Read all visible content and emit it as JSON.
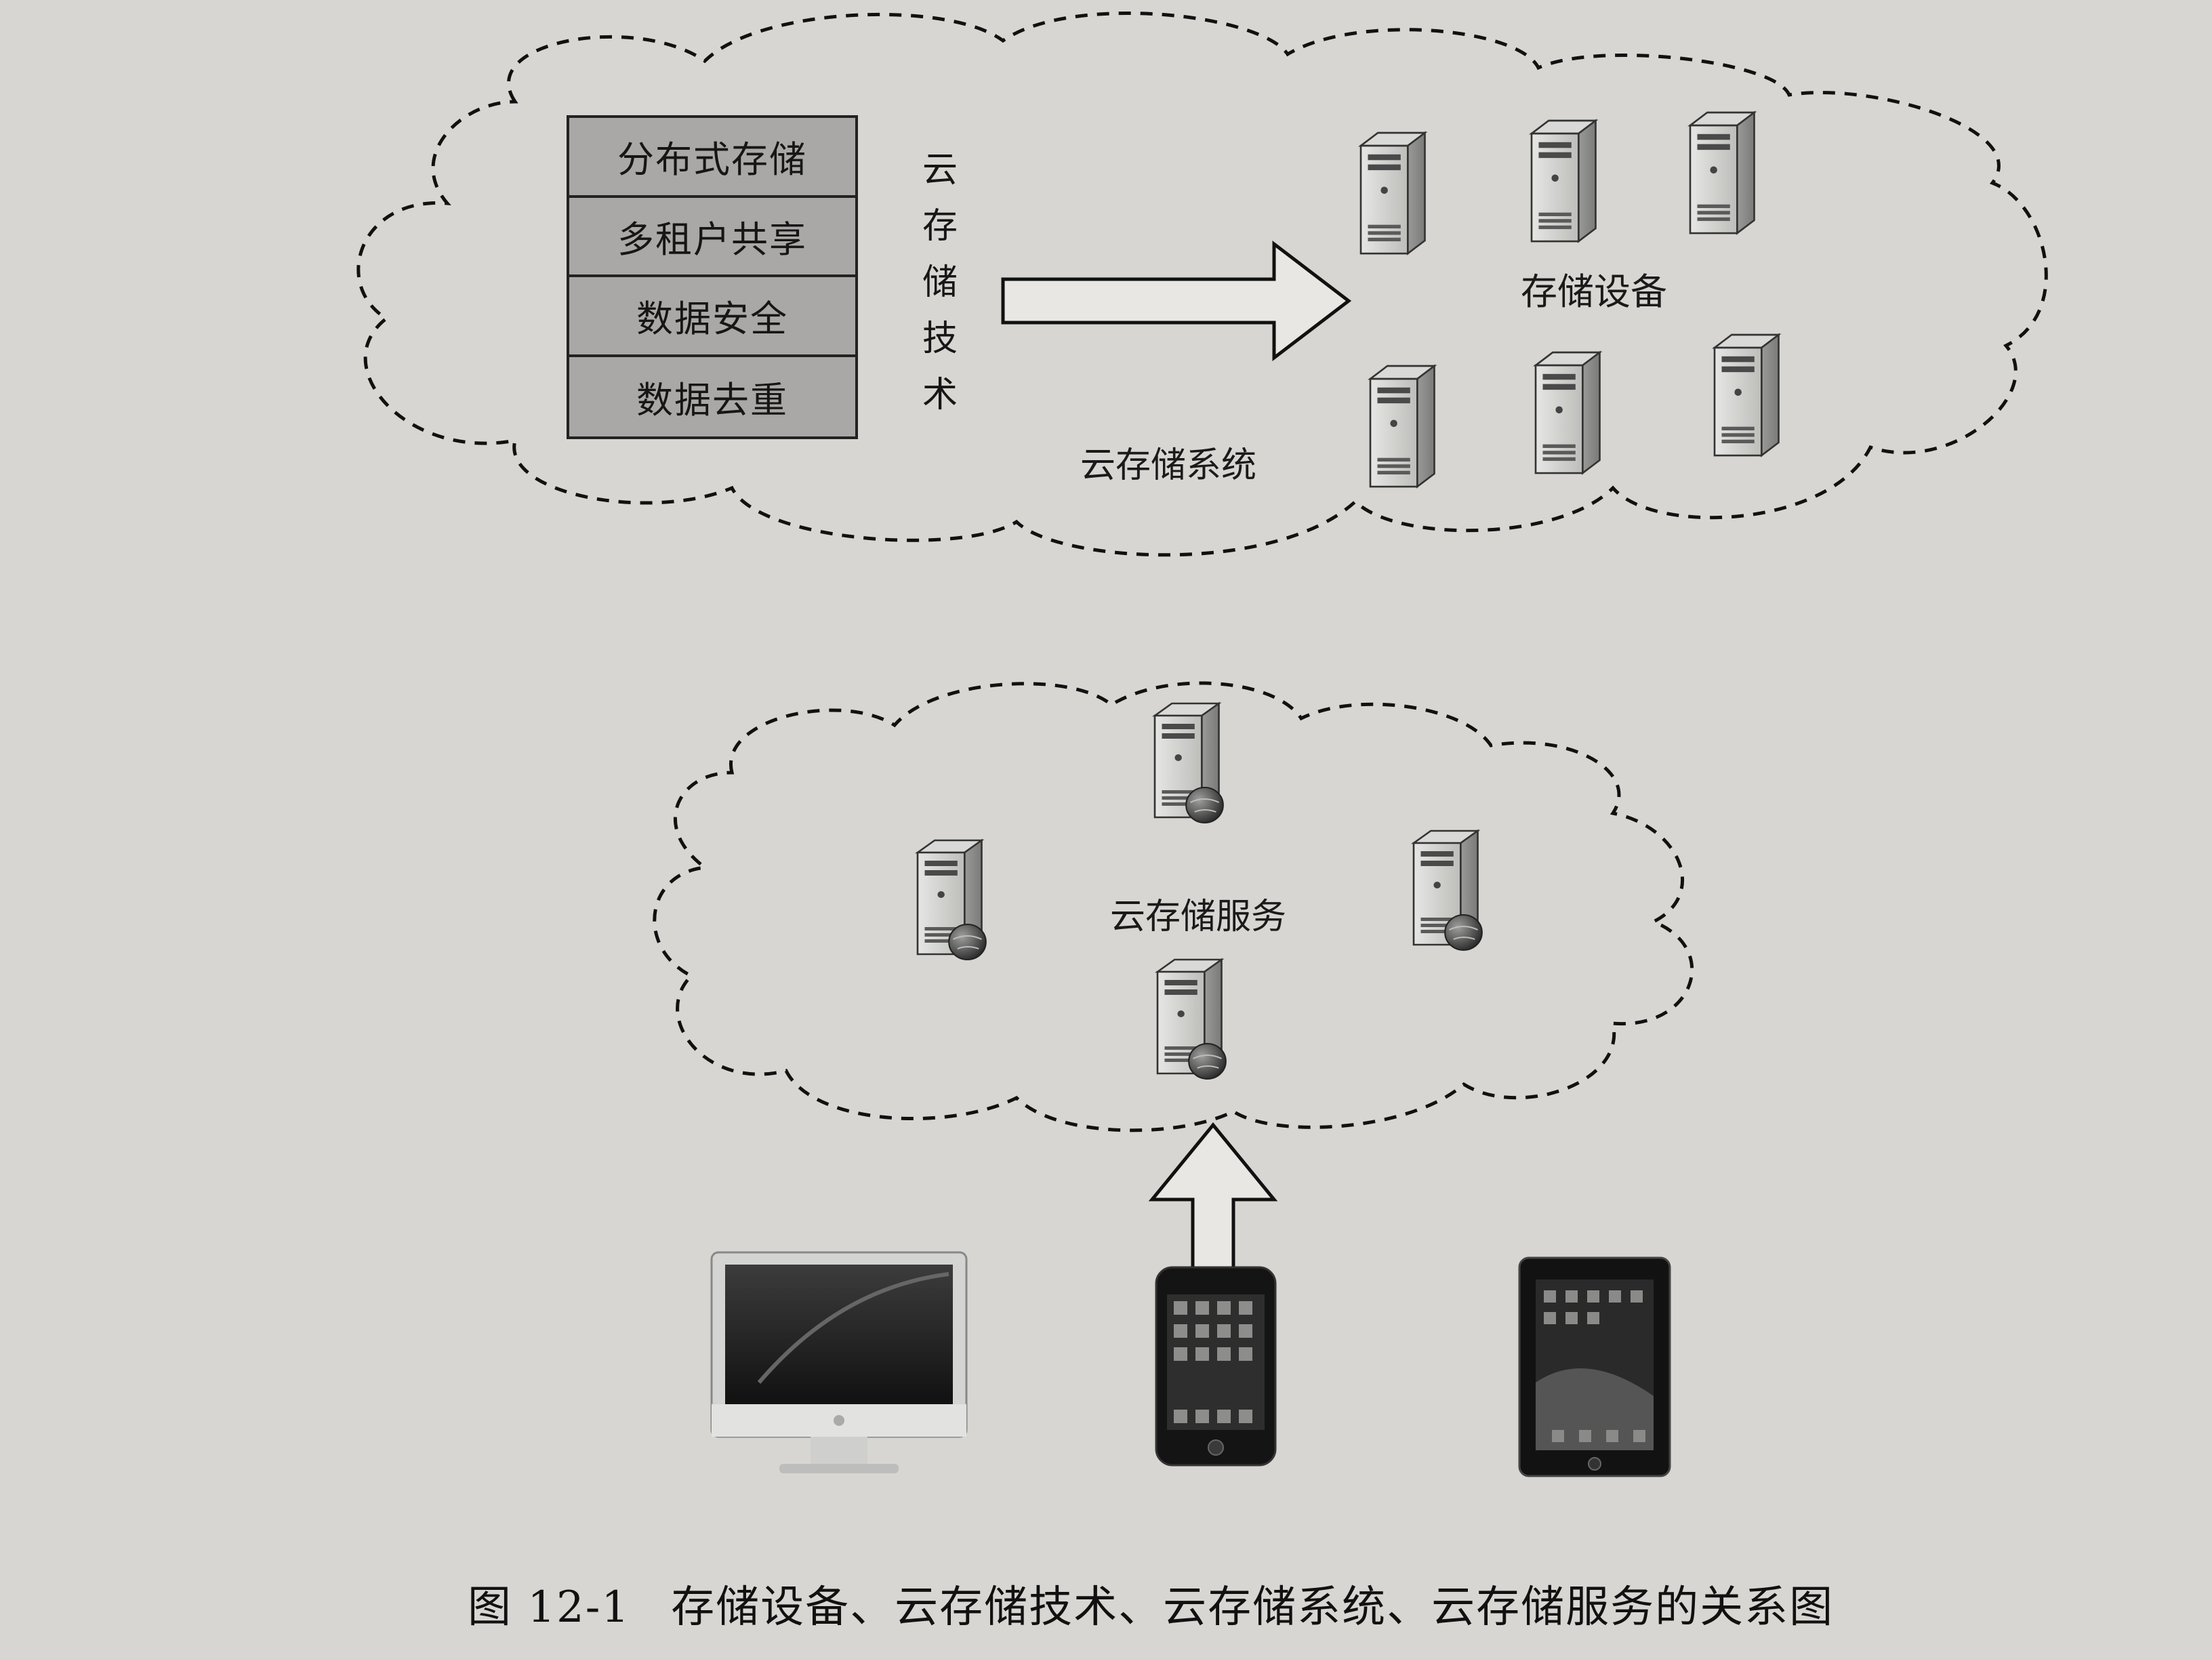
{
  "technology_stack": {
    "items": [
      "分布式存储",
      "多租户共享",
      "数据安全",
      "数据去重"
    ]
  },
  "cloud_storage_technology_label": [
    "云",
    "存",
    "储",
    "技",
    "术"
  ],
  "storage_devices_label": "存储设备",
  "cloud_storage_system_label": "云存储系统",
  "cloud_storage_service_label": "云存储服务",
  "caption": {
    "number": "图 12-1",
    "text": "存储设备、云存储技术、云存储系统、云存储服务的关系图"
  },
  "icons": {
    "storage_server": "server-tower-icon",
    "service_server": "server-with-globe-icon",
    "client_devices": [
      "desktop-monitor-icon",
      "smartphone-icon",
      "tablet-icon"
    ]
  }
}
